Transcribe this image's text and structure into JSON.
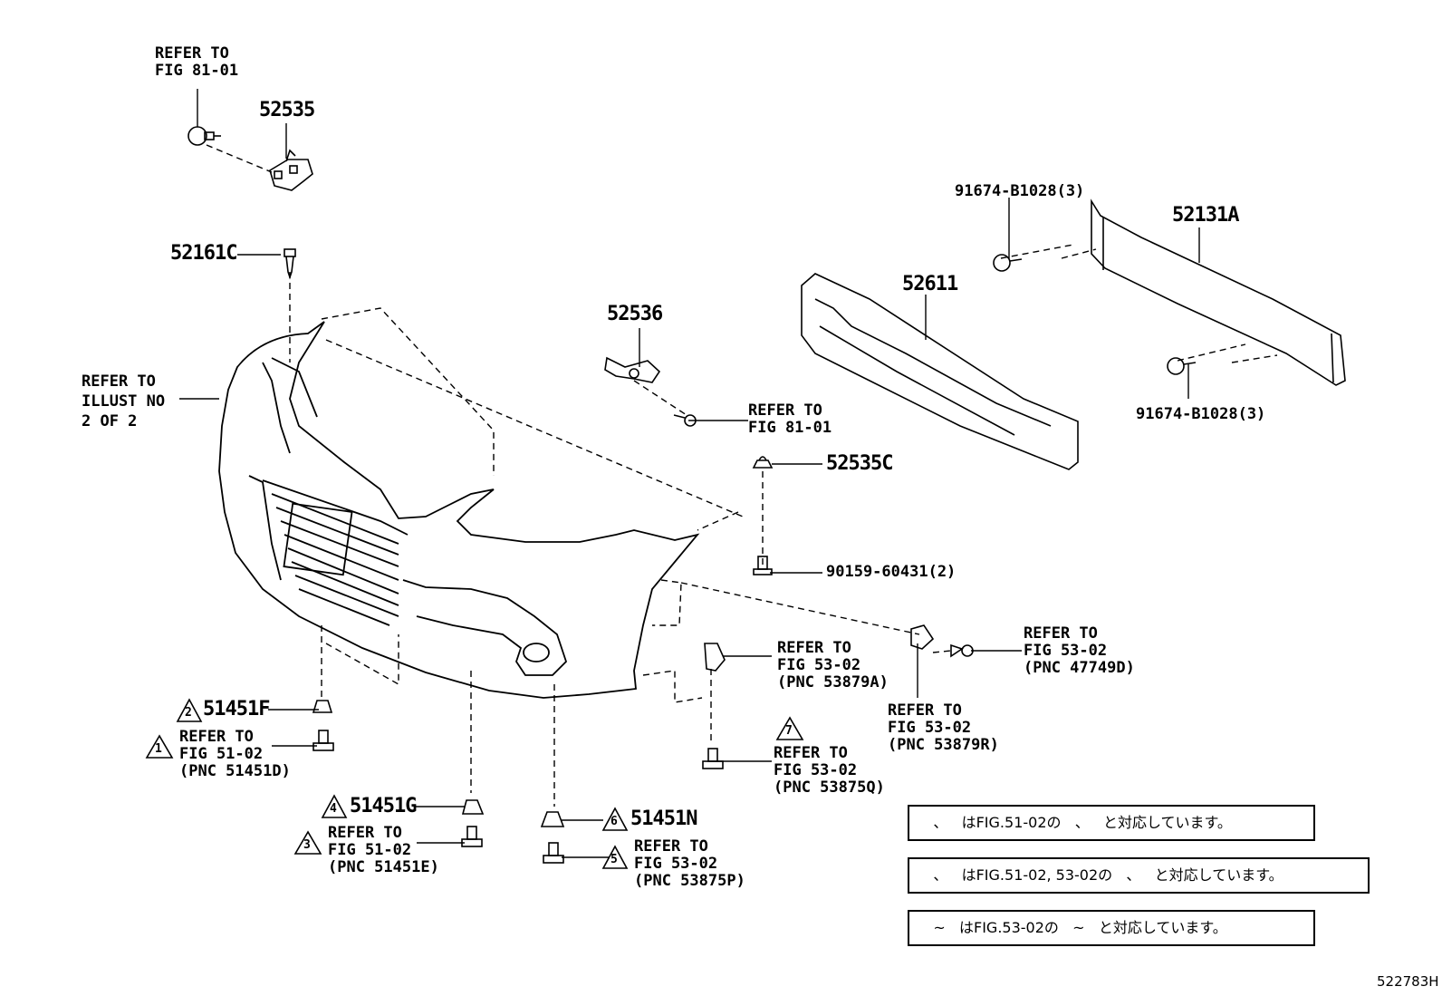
{
  "parts": {
    "p52535": "52535",
    "p52161c": "52161C",
    "p52536": "52536",
    "p52611": "52611",
    "p52131a": "52131A",
    "p91674_top": "91674-B1028(3)",
    "p91674_bot": "91674-B1028(3)",
    "p52535c": "52535C",
    "p90159": "90159-60431(2)",
    "p51451f": "51451F",
    "p51451g": "51451G",
    "p51451n": "51451N"
  },
  "markers": {
    "m1": "1",
    "m2": "2",
    "m3": "3",
    "m4": "4",
    "m5": "5",
    "m6": "6",
    "m7": "7"
  },
  "refs": {
    "ref_top": "REFER TO\nFIG 81-01",
    "ref_mid": "REFER TO\nFIG 81-01",
    "ref_illust": "REFER TO\nILLUST NO\n2 OF 2",
    "ref_51451d": "REFER TO\nFIG 51-02\n(PNC 51451D)",
    "ref_51451e": "REFER TO\nFIG 51-02\n(PNC 51451E)",
    "ref_53875p": "REFER TO\nFIG 53-02\n(PNC 53875P)",
    "ref_53879a": "REFER TO\nFIG 53-02\n(PNC 53879A)",
    "ref_53875q": "REFER TO\nFIG 53-02\n(PNC 53875Q)",
    "ref_53879r": "REFER TO\nFIG 53-02\n(PNC 53879R)",
    "ref_47749d": "REFER TO\nFIG 53-02\n(PNC 47749D)"
  },
  "notes": {
    "note1": "    、   はFIG.51-02の   、   と対応しています。",
    "note2": "    、   はFIG.51-02, 53-02の   、   と対応しています。",
    "note3": "    ~   はFIG.53-02の   ~   と対応しています。"
  },
  "figure_id": "522783H"
}
